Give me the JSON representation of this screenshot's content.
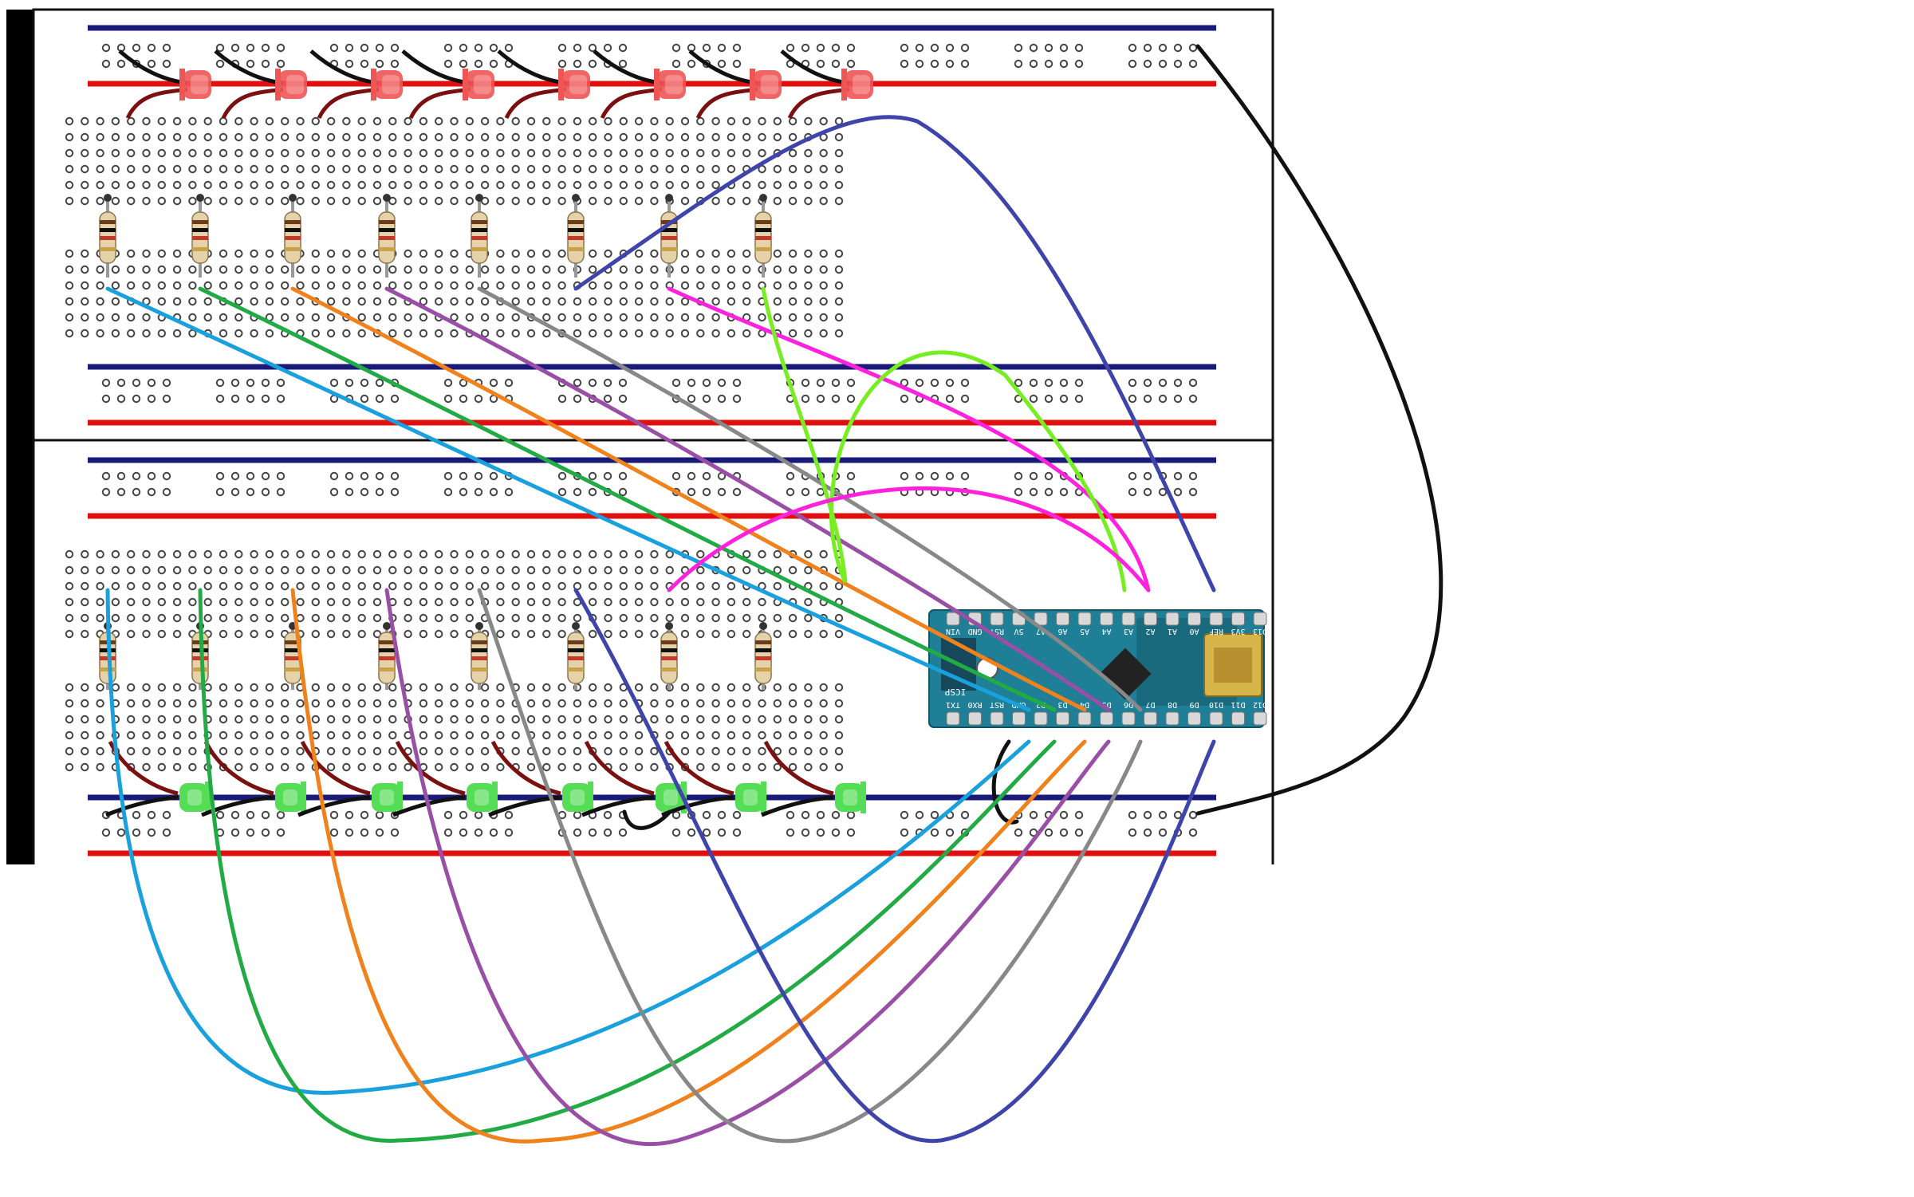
{
  "colors": {
    "background": "#ffffff",
    "board_outline": "#111111",
    "rail_blue": "#1a1a7a",
    "rail_red": "#e01010",
    "hole": "#444444",
    "led_red": "#ee5555",
    "led_green": "#55dd55",
    "led_red_lead": "#7a1010",
    "arduino_body": "#1f7f96",
    "arduino_chip": "#222222",
    "usb_port": "#d6b54a",
    "wire_cyan": "#1aa0dc",
    "wire_green": "#22aa44",
    "wire_orange": "#f0821e",
    "wire_purple": "#9a4fa6",
    "wire_gray": "#888888",
    "wire_blue": "#3f44aa",
    "wire_magenta": "#ff22dd",
    "wire_lime": "#77ee22",
    "wire_black": "#111111"
  },
  "components": {
    "top_breadboard": {
      "red_leds": 8,
      "resistors": 8
    },
    "bottom_breadboard": {
      "green_leds": 8,
      "resistors": 8
    },
    "microcontroller": {
      "name": "Arduino Nano",
      "top_pins": [
        "D13",
        "3V3",
        "REF",
        "A0",
        "A1",
        "A2",
        "A3",
        "A4",
        "A5",
        "A6",
        "A7",
        "5V",
        "RST",
        "GND",
        "VIN"
      ],
      "bottom_pins": [
        "D12",
        "D11",
        "D10",
        "D9",
        "D8",
        "D7",
        "D6",
        "D5",
        "D4",
        "D3",
        "D2",
        "GND",
        "RST",
        "RX0",
        "TX1"
      ],
      "side_label": "ICSP"
    }
  }
}
